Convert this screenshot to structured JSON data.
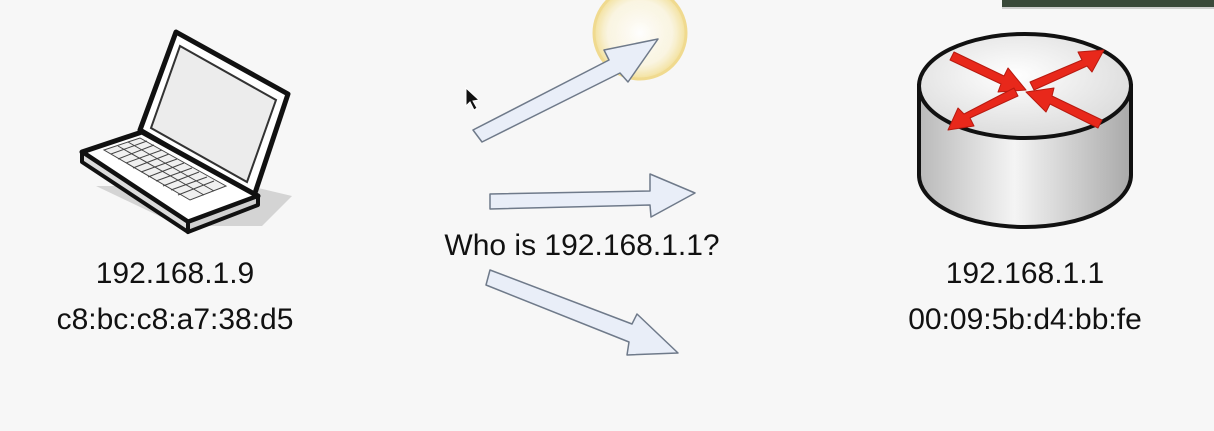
{
  "laptop": {
    "ip": "192.168.1.9",
    "mac": "c8:bc:c8:a7:38:d5",
    "icon": "laptop-icon"
  },
  "router": {
    "ip": "192.168.1.1",
    "mac": "00:09:5b:d4:bb:fe",
    "icon": "router-icon"
  },
  "broadcast": {
    "question": "Who is 192.168.1.1?"
  },
  "colors": {
    "background": "#f7f7f7",
    "arrow_fill": "#e9eef8",
    "arrow_stroke": "#6f7a8a",
    "router_arrows": "#e8281b",
    "cursor_highlight": "#f2dc8a"
  }
}
